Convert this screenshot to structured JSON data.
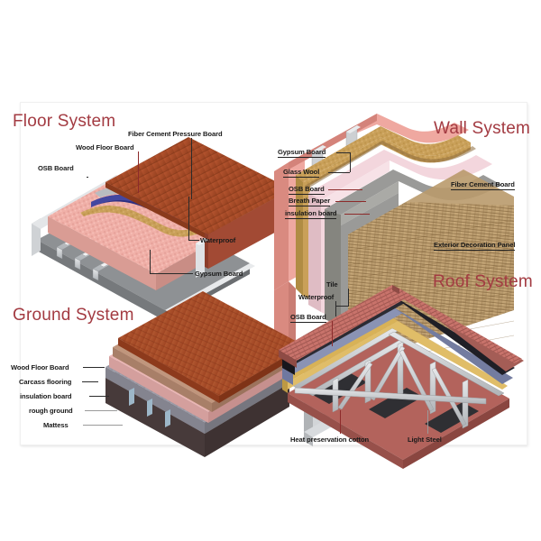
{
  "document": {
    "type": "construction-systems-diagram",
    "background_color": "#ffffff",
    "title_color": "#a33b42",
    "label_color": "#1a1a1a"
  },
  "panels": {
    "floor": {
      "title": "Floor System",
      "labels": {
        "fiber_cement_pressure_board": "Fiber Cement Pressure Board",
        "wood_floor_board": "Wood Floor Board",
        "osb_board": "OSB Board",
        "waterproof": "Waterproof",
        "gypsum_board": "Gypsum Board"
      },
      "layer_colors": {
        "wood_deck": "#a8492a",
        "fiber_cement": "#b9bcc0",
        "waterproof": "#2d2f80",
        "insulation": "#f0b0a8",
        "glass_wool": "#c9a059",
        "steel_joist": "#d8dadd",
        "gypsum": "#8c8f93"
      }
    },
    "wall": {
      "title": "Wall System",
      "labels": {
        "gypsum_board": "Gypsum Board",
        "glass_wool": "Glass Wool",
        "osb_board": "OSB Board",
        "breath_paper": "Breath Paper",
        "insulation_board": "insulation board",
        "fiber_cement_board": "Fiber Cement Board",
        "exterior_decoration_panel": "Exterior Decoration Panel"
      },
      "layer_colors": {
        "gypsum": "#efa8a0",
        "glass_wool": "#c39a4e",
        "insulation_board": "#f0cfd8",
        "fiber_cement": "#9a9a98",
        "stone_panel": "#c0a173",
        "studs": "#c8cbce"
      }
    },
    "ground": {
      "title": "Ground System",
      "labels": {
        "wood_floor_board": "Wood Floor Board",
        "carcass_flooring": "Carcass flooring",
        "insulation_board": "insulation board",
        "rough_ground": "rough ground",
        "mattess": "Mattess"
      },
      "layer_colors": {
        "wood_deck": "#a8492a",
        "carcass": "#c0967d",
        "insulation": "#eab6b4",
        "rough_ground": "#9a9aa6",
        "mattess": "#5a4a4a",
        "wall_edge": "#b0b3b6"
      }
    },
    "roof": {
      "title": "Roof System",
      "labels": {
        "tile": "Tile",
        "waterproof": "Waterproof",
        "osb_board": "OSB Board",
        "heat_preservation_cotton": "Heat preservation cotton",
        "light_steel": "Light Steel"
      },
      "layer_colors": {
        "tile": "#c8736b",
        "waterproof": "#2b2b33",
        "osb_board": "#8a93b4",
        "cotton": "#d8b257",
        "steel": "#b9bcc0"
      }
    }
  }
}
